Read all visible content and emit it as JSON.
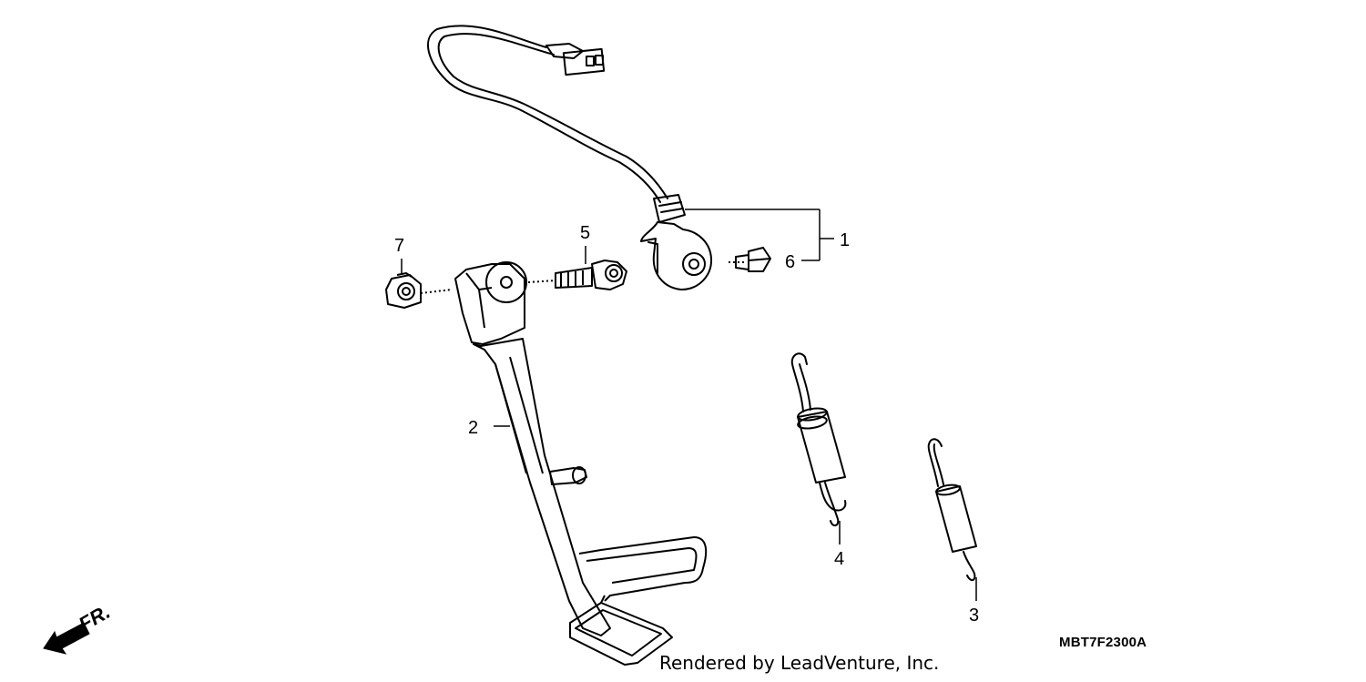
{
  "diagram": {
    "callouts": [
      {
        "id": "1",
        "label": "1"
      },
      {
        "id": "2",
        "label": "2"
      },
      {
        "id": "3",
        "label": "3"
      },
      {
        "id": "4",
        "label": "4"
      },
      {
        "id": "5",
        "label": "5"
      },
      {
        "id": "6",
        "label": "6"
      },
      {
        "id": "7",
        "label": "7"
      }
    ],
    "front_indicator": "FR.",
    "drawing_code": "MBT7F2300A",
    "credit": "Rendered by LeadVenture, Inc."
  }
}
